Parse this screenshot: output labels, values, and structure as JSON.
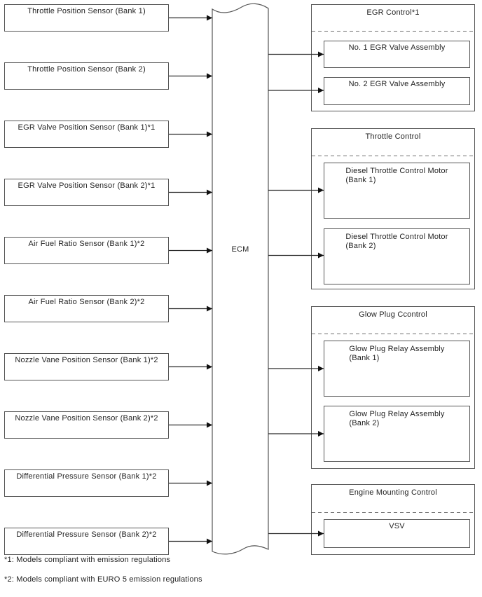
{
  "diagram": {
    "ecm": {
      "label": "ECM"
    },
    "inputs": [
      "Throttle Position Sensor (Bank 1)",
      "Throttle Position Sensor (Bank 2)",
      "EGR Valve Position Sensor (Bank 1)*1",
      "EGR Valve Position Sensor (Bank 2)*1",
      "Air Fuel Ratio Sensor (Bank 1)*2",
      "Air Fuel Ratio Sensor (Bank 2)*2",
      "Nozzle Vane Position Sensor (Bank 1)*2",
      "Nozzle Vane Position Sensor (Bank 2)*2",
      "Differential Pressure Sensor (Bank 1)*2",
      "Differential Pressure Sensor (Bank 2)*2"
    ],
    "output_groups": [
      {
        "title": "EGR Control*1",
        "items": [
          "No. 1 EGR Valve Assembly",
          "No. 2 EGR Valve Assembly"
        ]
      },
      {
        "title": "Throttle Control",
        "items": [
          "Diesel Throttle Control Motor\n(Bank 1)",
          "Diesel Throttle Control Motor\n(Bank 2)"
        ]
      },
      {
        "title": "Glow Plug Ccontrol",
        "items": [
          "Glow Plug Relay Assembly\n(Bank 1)",
          "Glow Plug Relay Assembly\n(Bank 2)"
        ]
      },
      {
        "title": "Engine Mounting Control",
        "items": [
          "VSV"
        ]
      }
    ],
    "footnotes": [
      "*1: Models compliant with emission regulations",
      "*2: Models compliant with EURO 5 emission regulations"
    ],
    "colors": {
      "box_border": "#555555",
      "line": "#2b2b2b",
      "text": "#1f1f1f",
      "dashed": "#6e6e6e",
      "background": "#ffffff"
    }
  }
}
